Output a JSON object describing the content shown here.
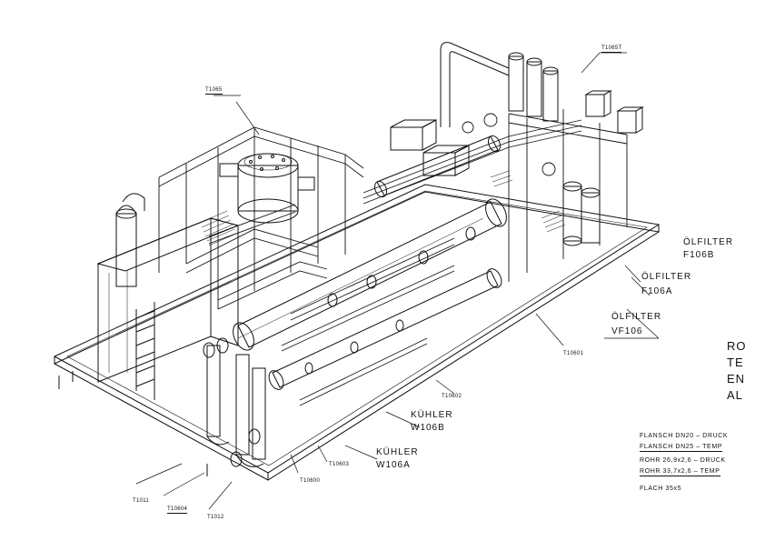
{
  "equipment_labels": {
    "oelfilter_f106b": [
      "ÖLFILTER",
      "F106B"
    ],
    "oelfilter_f106a": [
      "ÖLFILTER",
      "F106A"
    ],
    "oelfilter_vf106": [
      "ÖLFILTER",
      "VF106"
    ],
    "kuehler_w106b": [
      "KÜHLER",
      "W106B"
    ],
    "kuehler_w106a": [
      "KÜHLER",
      "W106A"
    ]
  },
  "tags": {
    "t1065": "T1065",
    "t1065_top": "T1065T",
    "t10601": "T10601",
    "t10602": "T10602",
    "t10603": "T10603",
    "t10600": "T10600",
    "t10604": "T10604",
    "t1011": "T1011",
    "t1012": "T1012"
  },
  "title_fragment": [
    "RO",
    "TE",
    "EN",
    "AL"
  ],
  "legend": [
    "FLANSCH DN20 – DRUCK",
    "FLANSCH DN25 – TEMP",
    "ROHR 26,9x2,6 – DRUCK",
    "ROHR 33,7x2,6 – TEMP",
    "FLACH 35x5"
  ]
}
